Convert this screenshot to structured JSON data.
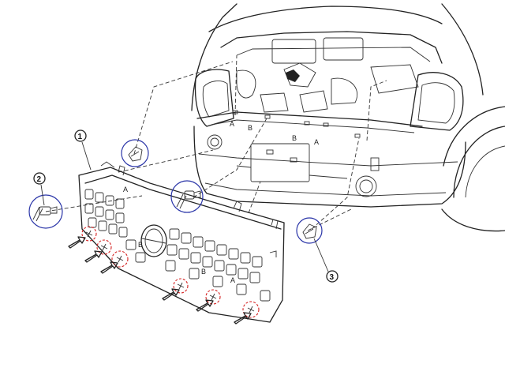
{
  "callouts": {
    "grille": "1",
    "push_pin": "2",
    "clip": "3"
  },
  "letters": {
    "a": "A",
    "b": "B"
  },
  "colors": {
    "outline": "#222222",
    "highlight_blue": "#2a35a8",
    "highlight_red": "#d42020"
  }
}
